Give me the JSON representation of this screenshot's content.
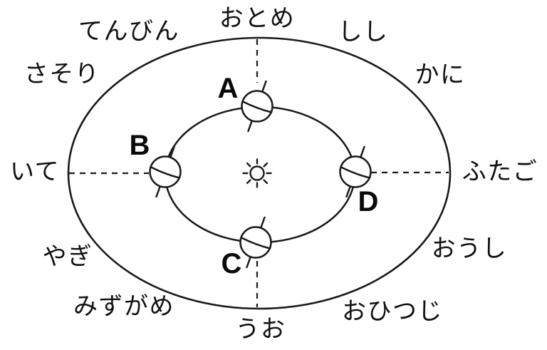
{
  "figure": {
    "kind": "earth-orbit-zodiac-diagram",
    "colors": {
      "background": "#ffffff",
      "line": "#1a1a1a",
      "text": "#111111"
    },
    "icons": {
      "sun": "sun-icon",
      "earth": "earth-globe-icon"
    },
    "constellations": [
      {
        "name": "virgo",
        "label": "おとめ"
      },
      {
        "name": "libra",
        "label": "てんびん"
      },
      {
        "name": "leo",
        "label": "しし"
      },
      {
        "name": "scorpio",
        "label": "さそり"
      },
      {
        "name": "cancer",
        "label": "かに"
      },
      {
        "name": "sagittarius",
        "label": "いて"
      },
      {
        "name": "gemini",
        "label": "ふたご"
      },
      {
        "name": "capricorn",
        "label": "やぎ"
      },
      {
        "name": "taurus",
        "label": "おうし"
      },
      {
        "name": "aquarius",
        "label": "みずがめ"
      },
      {
        "name": "aries",
        "label": "おひつじ"
      },
      {
        "name": "pisces",
        "label": "うお"
      }
    ],
    "earth_positions": [
      {
        "label": "A"
      },
      {
        "label": "B"
      },
      {
        "label": "C"
      },
      {
        "label": "D"
      }
    ]
  }
}
